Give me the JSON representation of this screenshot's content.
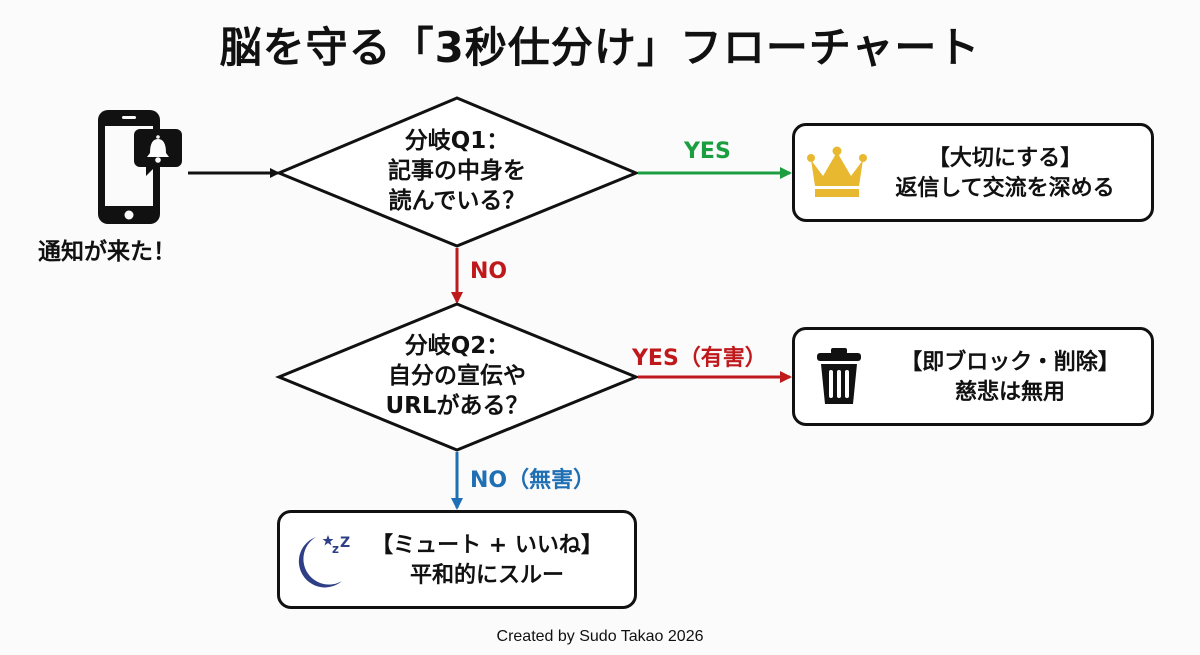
{
  "title": "脳を守る「3秒仕分け」フローチャート",
  "start": {
    "label": "通知が来た！",
    "icon": "smartphone-notification-icon"
  },
  "q1": {
    "lines": [
      "分岐Q1：",
      "記事の中身を",
      "読んでいる？"
    ],
    "yes_label": "YES",
    "no_label": "NO"
  },
  "q2": {
    "lines": [
      "分岐Q2：",
      "自分の宣伝や",
      "URLがある？"
    ],
    "yes_label": "YES（有害）",
    "no_label": "NO（無害）"
  },
  "results": {
    "keep": {
      "lines": [
        "【大切にする】",
        "返信して交流を深める"
      ],
      "icon": "crown-icon"
    },
    "block": {
      "lines": [
        "【即ブロック・削除】",
        "慈悲は無用"
      ],
      "icon": "trash-can-icon"
    },
    "mute": {
      "lines": [
        "【ミュート + いいね】",
        "平和的にスルー"
      ],
      "icon": "moon-sleep-icon"
    }
  },
  "credit": "Created by Sudo Takao 2026",
  "colors": {
    "yes_green": "#1a9e3f",
    "harmful_red": "#c0191c",
    "harmless_blue": "#1f6fb5",
    "crown_gold": "#e8b830",
    "moon_navy": "#2f3f86"
  }
}
